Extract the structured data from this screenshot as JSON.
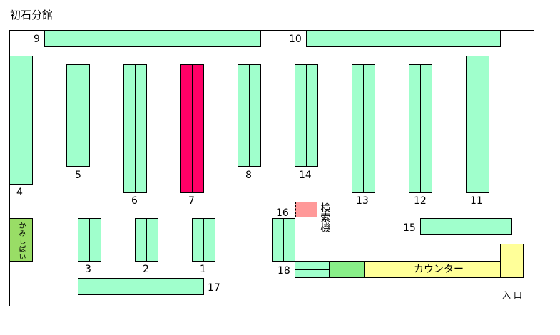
{
  "title": "初石分館",
  "colors": {
    "shelf": "#a0ffcc",
    "highlight": "#ff0066",
    "counter": "#ffff99",
    "kamishibai": "#99dd66",
    "terminal": "#ff9999",
    "counter_side": "#88ee88"
  },
  "shelves": {
    "s1": "1",
    "s2": "2",
    "s3": "3",
    "s4": "4",
    "s5": "5",
    "s6": "6",
    "s7": "7",
    "s8": "8",
    "s9": "9",
    "s10": "10",
    "s11": "11",
    "s12": "12",
    "s13": "13",
    "s14": "14",
    "s15": "15",
    "s16": "16",
    "s17": "17",
    "s18": "18"
  },
  "labels": {
    "kamishibai": "かみしばい",
    "terminal": "検索機",
    "counter": "カウンター",
    "entrance": "入 口"
  }
}
